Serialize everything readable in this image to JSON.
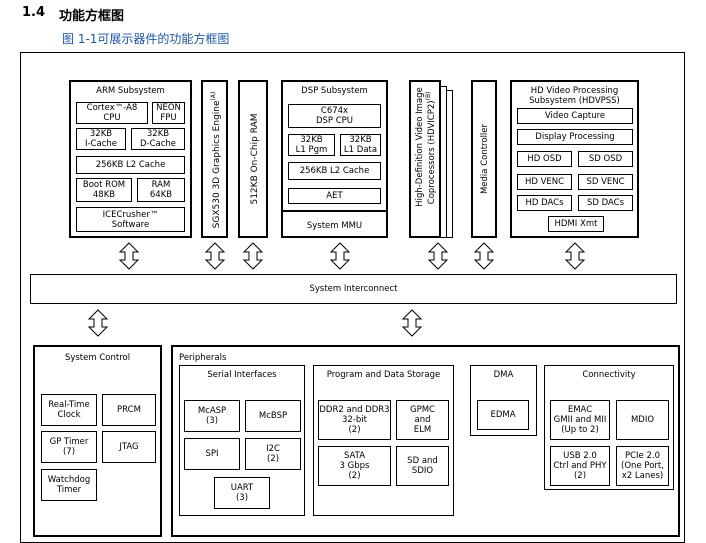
{
  "header": {
    "section_number": "1.4",
    "section_title": "功能方框图",
    "caption": "图 1-1可展示器件的功能方框图"
  },
  "arm": {
    "title": "ARM Subsystem",
    "cpu": "Cortex™-A8\nCPU",
    "neon": "NEON\nFPU",
    "icache": "32KB\nI-Cache",
    "dcache": "32KB\nD-Cache",
    "l2": "256KB L2 Cache",
    "bootrom": "Boot ROM\n48KB",
    "ram": "RAM\n64KB",
    "software": "ICECrusher™\nSoftware"
  },
  "sgx": {
    "label": "SGX530 3D Graphics Engine",
    "sup": "(A)"
  },
  "onchip_ram": {
    "label": "512KB On-Chip RAM"
  },
  "dsp": {
    "title": "DSP Subsystem",
    "cpu": "C674x\nDSP CPU",
    "l1p": "32KB\nL1 Pgm",
    "l1d": "32KB\nL1 Data",
    "l2": "256KB L2 Cache",
    "aet": "AET",
    "mmu": "System MMU"
  },
  "hdvicp": {
    "line1": "High-Definition Video Image",
    "line2": "Coprocessors (HDVICP2)",
    "sup": "(B)"
  },
  "media": {
    "label": "Media Controller"
  },
  "hdvpss": {
    "title": "HD Video  Processing\nSubsystem (HDVPSS)",
    "capture": "Video Capture",
    "display": "Display Processing",
    "hd_osd": "HD OSD",
    "sd_osd": "SD OSD",
    "hd_venc": "HD VENC",
    "sd_venc": "SD VENC",
    "hd_dacs": "HD DACs",
    "sd_dacs": "SD DACs",
    "hdmi": "HDMI Xmt"
  },
  "interconnect": {
    "label": "System Interconnect"
  },
  "system_control": {
    "title": "System Control",
    "rtc": "Real-Time\nClock",
    "prcm": "PRCM",
    "gp_timer": "GP Timer\n(7)",
    "jtag": "JTAG",
    "watchdog": "Watchdog\nTimer"
  },
  "peripherals": {
    "title": "Peripherals",
    "serial": {
      "title": "Serial Interfaces",
      "mcasp": "McASP\n(3)",
      "mcbsp": "McBSP",
      "spi": "SPI",
      "i2c": "I2C\n(2)",
      "uart": "UART\n(3)"
    },
    "storage": {
      "title": "Program and Data Storage",
      "ddr": "DDR2 and DDR3\n32-bit\n(2)",
      "gpmc": "GPMC\nand\nELM",
      "sata": "SATA\n3 Gbps\n(2)",
      "sdio": "SD and\nSDIO"
    },
    "dma": {
      "title": "DMA",
      "edma": "EDMA"
    },
    "connectivity": {
      "title": "Connectivity",
      "emac": "EMAC\nGMII and MII\n(Up to 2)",
      "mdio": "MDIO",
      "usb": "USB 2.0\nCtrl and PHY\n(2)",
      "pcie": "PCIe 2.0\n(One Port,\nx2 Lanes)"
    }
  }
}
